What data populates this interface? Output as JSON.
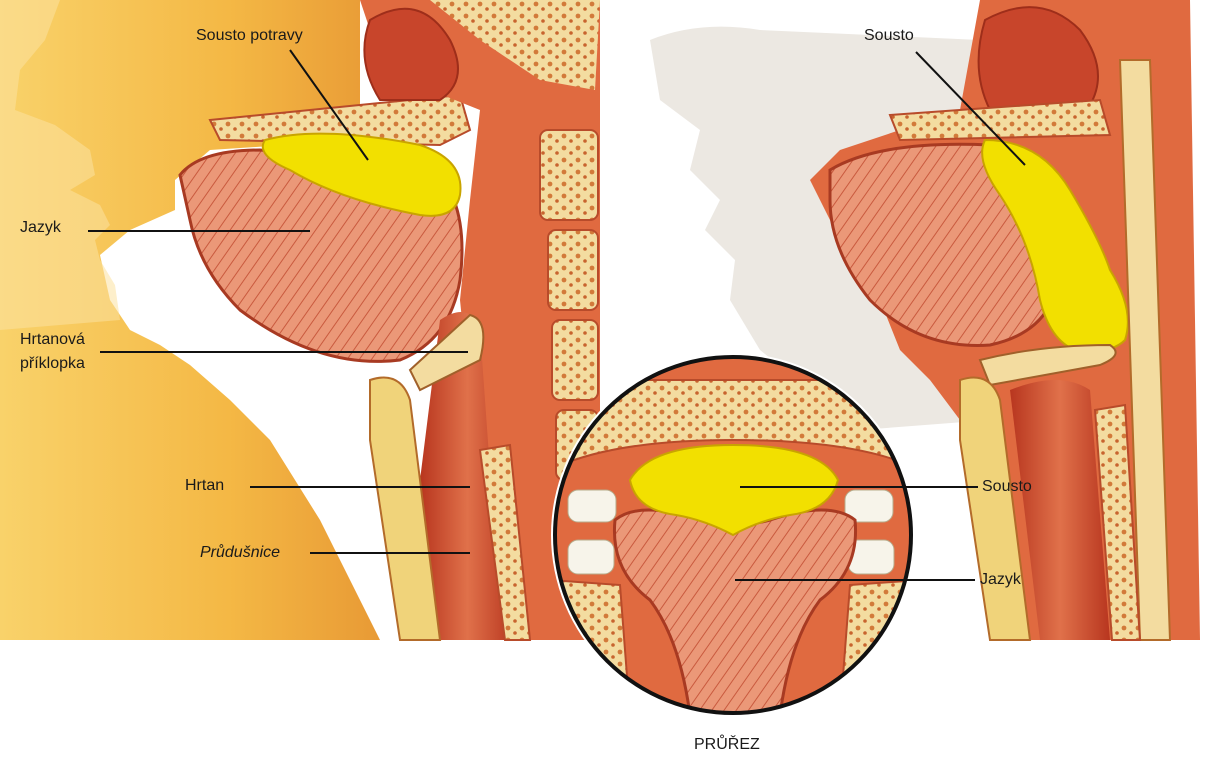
{
  "left_figure": {
    "labels": {
      "bolus": "Sousto potravy",
      "tongue": "Jazyk",
      "epiglottis_line1": "Hrtanová",
      "epiglottis_line2": "příklopka",
      "larynx": "Hrtan",
      "trachea": "Průdušnice"
    }
  },
  "right_figure": {
    "labels": {
      "bolus": "Sousto"
    }
  },
  "cross_section": {
    "caption": "PRŮŘEZ",
    "labels": {
      "bolus": "Sousto",
      "tongue": "Jazyk"
    }
  },
  "colors": {
    "bolus": "#f2e000",
    "skin": "#f6c24a",
    "muscle": "#d8553a",
    "bone": "#f3dca0",
    "profile_shadow": "#ece8e2"
  }
}
